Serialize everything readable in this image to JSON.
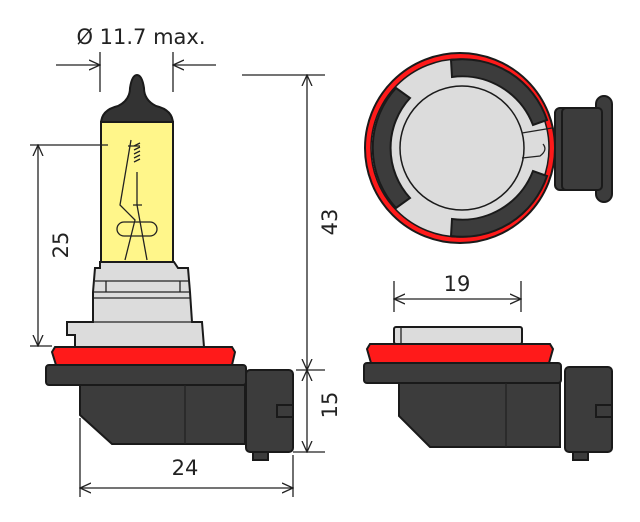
{
  "title": "H11 halogen bulb dimensional drawing",
  "dimensions": {
    "diameter": "Ø 11.7 max.",
    "total_height": "43",
    "light_center_height": "25",
    "base_height": "15",
    "base_width": "24",
    "cap_width": "19"
  },
  "colors": {
    "glass": "#fff68a",
    "ring": "#ff1a1a",
    "base_plastic": "#3c3c3c",
    "metal": "#dcdcdc"
  }
}
